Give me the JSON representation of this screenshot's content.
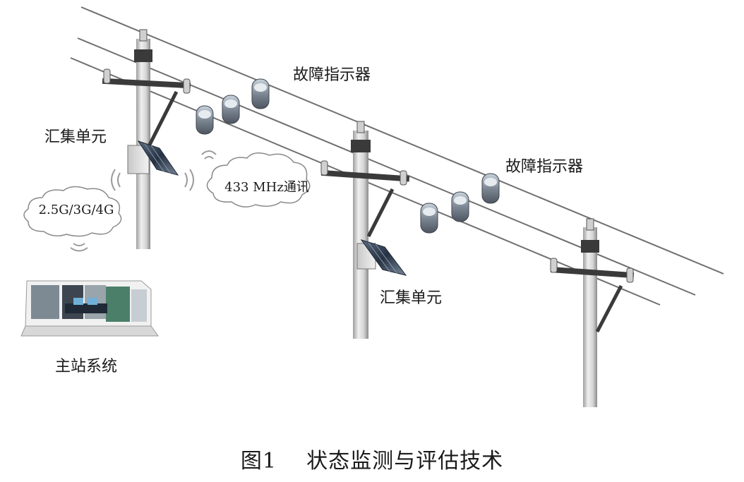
{
  "labels": {
    "fault_indicator_1": "故障指示器",
    "fault_indicator_2": "故障指示器",
    "aggregation_unit_1": "汇集单元",
    "aggregation_unit_2": "汇集单元",
    "master_station": "主站系统",
    "comm_433": "433 MHz通讯",
    "comm_cellular": "2.5G/3G/4G"
  },
  "caption": {
    "figure_no": "图1",
    "title": "状态监测与评估技术"
  },
  "colors": {
    "wire": "#6e6e6e",
    "pole": "#d9d9d9",
    "crossarm": "#3a3a3a",
    "indicator": "#8c97a3",
    "panel": "#2f3a4a",
    "wave": "#9a9a9a"
  }
}
